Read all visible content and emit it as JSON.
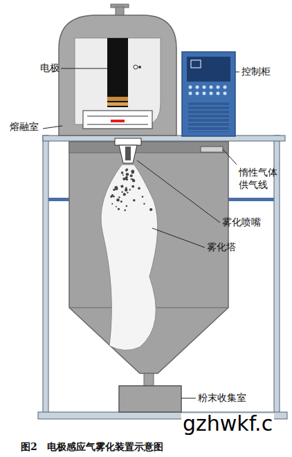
{
  "diagram": {
    "caption": "图2　电极感应气雾化装置示意图",
    "labels": [
      "电极",
      "熔融室",
      "控制柜",
      "惰性气体 供气线",
      "雾化喷嘴",
      "雾化塔",
      "粉末收集室",
      "gzhwkf.c"
    ]
  }
}
